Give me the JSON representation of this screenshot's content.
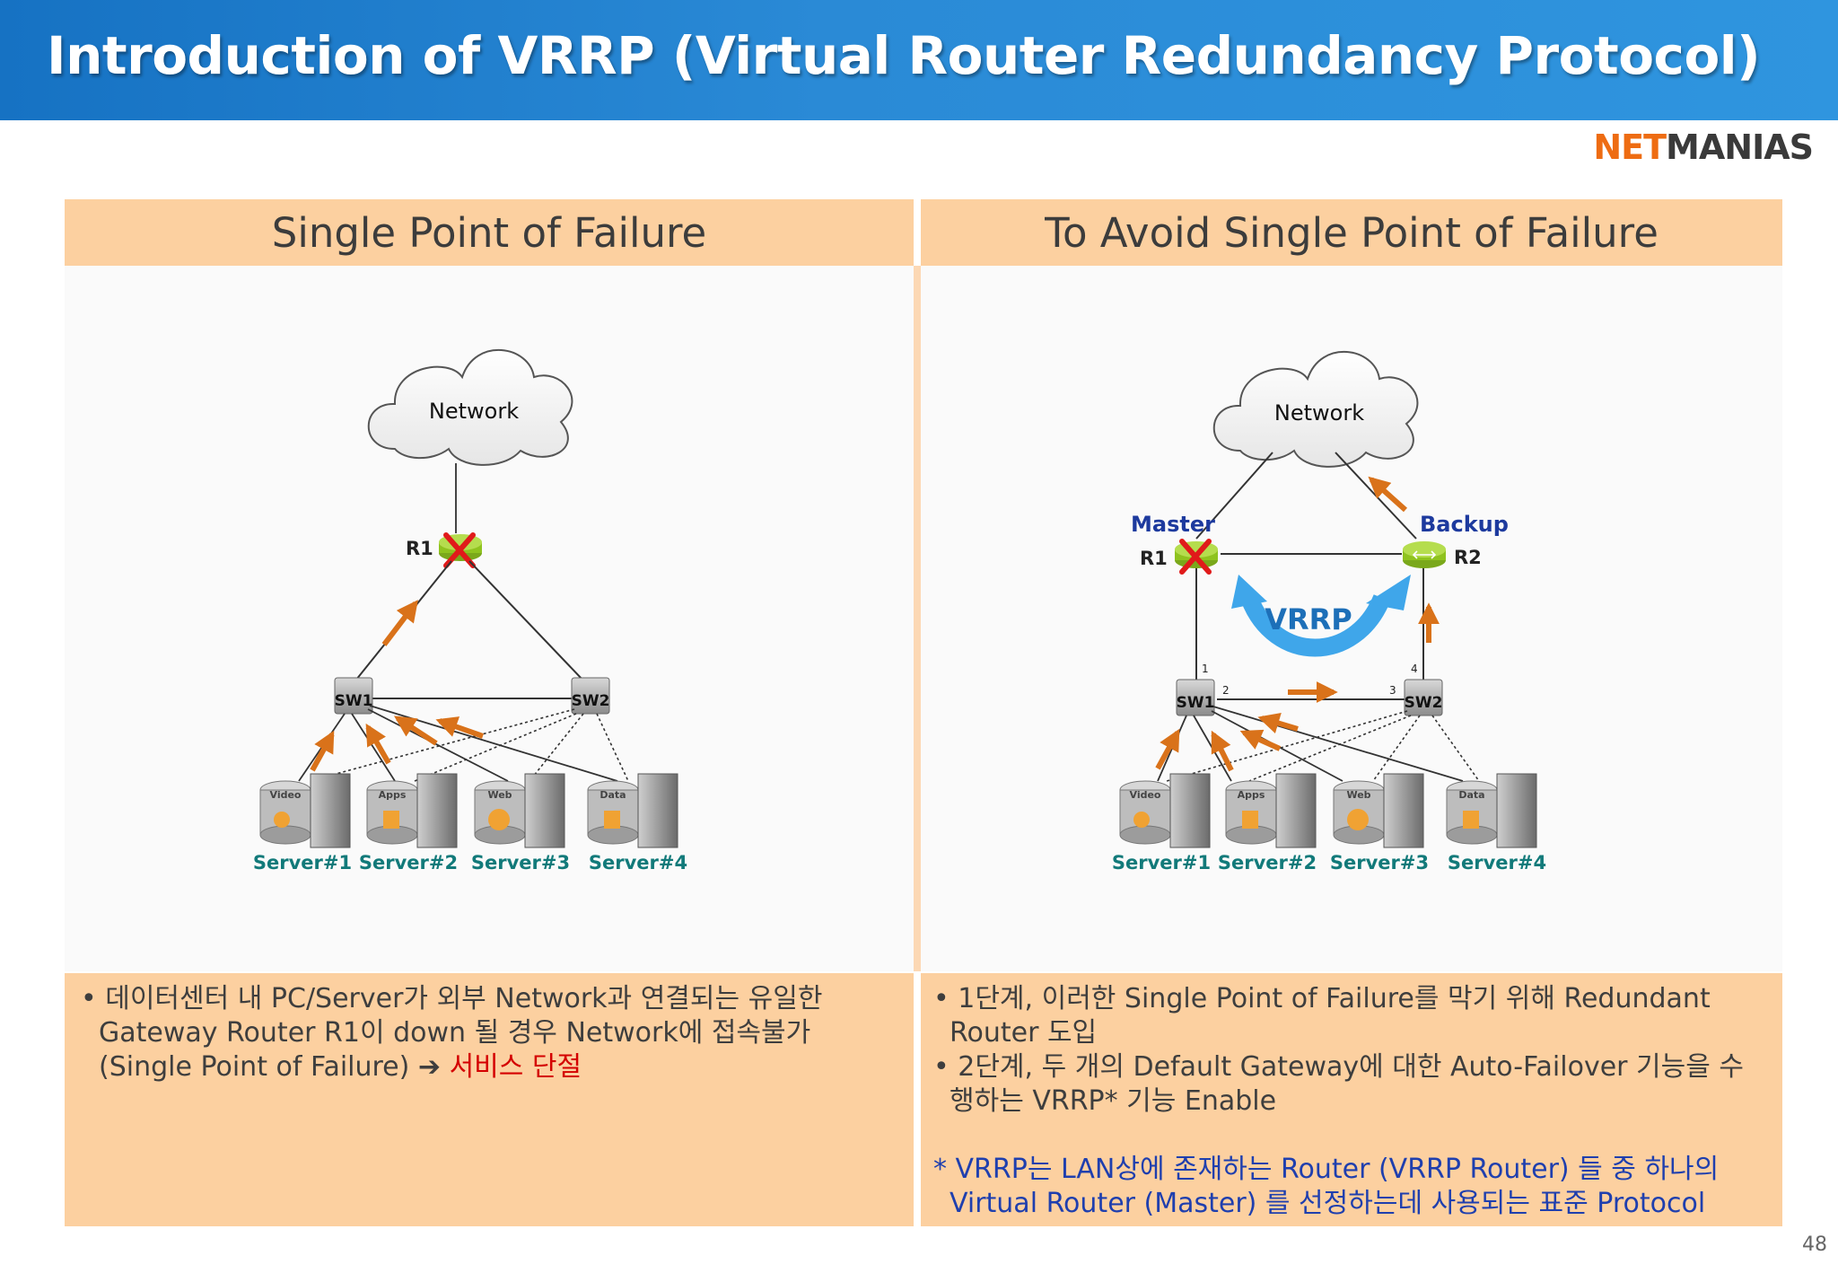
{
  "header": {
    "title": "Introduction of VRRP (Virtual Router Redundancy Protocol)",
    "logo_part1": "NET",
    "logo_part2": "MANIAS"
  },
  "left": {
    "heading": "Single Point of Failure",
    "diagram": {
      "cloud_label": "Network",
      "router_label": "R1",
      "sw1_label": "SW1",
      "sw2_label": "SW2",
      "servers": [
        "Server#1",
        "Server#2",
        "Server#3",
        "Server#4"
      ],
      "server_tags": [
        "Video",
        "Apps",
        "Web",
        "Data"
      ]
    },
    "bullet_line1": "• 데이터센터 내 PC/Server가 외부 Network과 연결되는 유일한",
    "bullet_line2": "Gateway Router R1이 down 될 경우 Network에 접속불가",
    "bullet_line3": "(Single Point of Failure) ➔ ",
    "bullet_red": "서비스 단절"
  },
  "right": {
    "heading": "To Avoid Single Point of Failure",
    "diagram": {
      "cloud_label": "Network",
      "master_label": "Master",
      "backup_label": "Backup",
      "r1_label": "R1",
      "r2_label": "R2",
      "vrrp_label": "VRRP",
      "sw1_label": "SW1",
      "sw2_label": "SW2",
      "port1": "1",
      "port2": "2",
      "port3": "3",
      "port4": "4",
      "servers": [
        "Server#1",
        "Server#2",
        "Server#3",
        "Server#4"
      ],
      "server_tags": [
        "Video",
        "Apps",
        "Web",
        "Data"
      ]
    },
    "bullet1_line1": "• 1단계, 이러한 Single Point of Failure를 막기 위해 Redundant",
    "bullet1_line2": "Router 도입",
    "bullet2_line1": "• 2단계, 두 개의 Default Gateway에 대한 Auto-Failover 기능을 수",
    "bullet2_line2": "행하는 VRRP* 기능 Enable",
    "note_line1": "* VRRP는 LAN상에 존재하는 Router (VRRP Router) 들 중 하나의",
    "note_line2": "Virtual Router (Master) 를 선정하는데 사용되는 표준 Protocol"
  },
  "colors": {
    "banner": "#2a8ad6",
    "header_fill": "#fcd0a0",
    "server_label": "#127a7a",
    "arrow": "#d9721a",
    "vrrp_blue": "#3fa6ea",
    "master_backup_text": "#1d3a9e",
    "cross": "#e01a1a",
    "router_green": "#8fc31f"
  },
  "page_number": "48"
}
